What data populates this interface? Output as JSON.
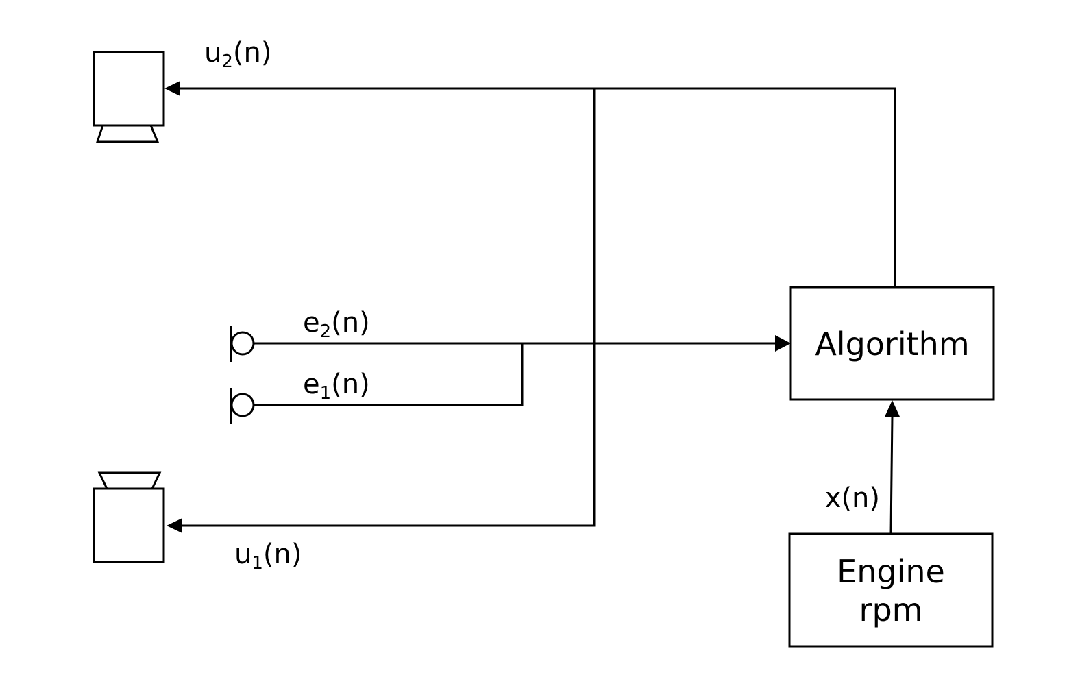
{
  "diagram": {
    "title": "Active noise control block diagram",
    "blocks": {
      "algorithm": {
        "label": "Algorithm"
      },
      "engine": {
        "line1": "Engine",
        "line2": "rpm"
      }
    },
    "speakers": {
      "top": {
        "name": "speaker-2"
      },
      "bottom": {
        "name": "speaker-1"
      }
    },
    "microphones": [
      "microphone-2",
      "microphone-1"
    ],
    "signals": {
      "u2": {
        "base": "u",
        "sub": "2",
        "tail": "(n)"
      },
      "u1": {
        "base": "u",
        "sub": "1",
        "tail": "(n)"
      },
      "e2": {
        "base": "e",
        "sub": "2",
        "tail": "(n)"
      },
      "e1": {
        "base": "e",
        "sub": "1",
        "tail": "(n)"
      },
      "x": {
        "text": "x(n)"
      }
    },
    "colors": {
      "stroke": "#000000",
      "background": "#ffffff"
    }
  }
}
